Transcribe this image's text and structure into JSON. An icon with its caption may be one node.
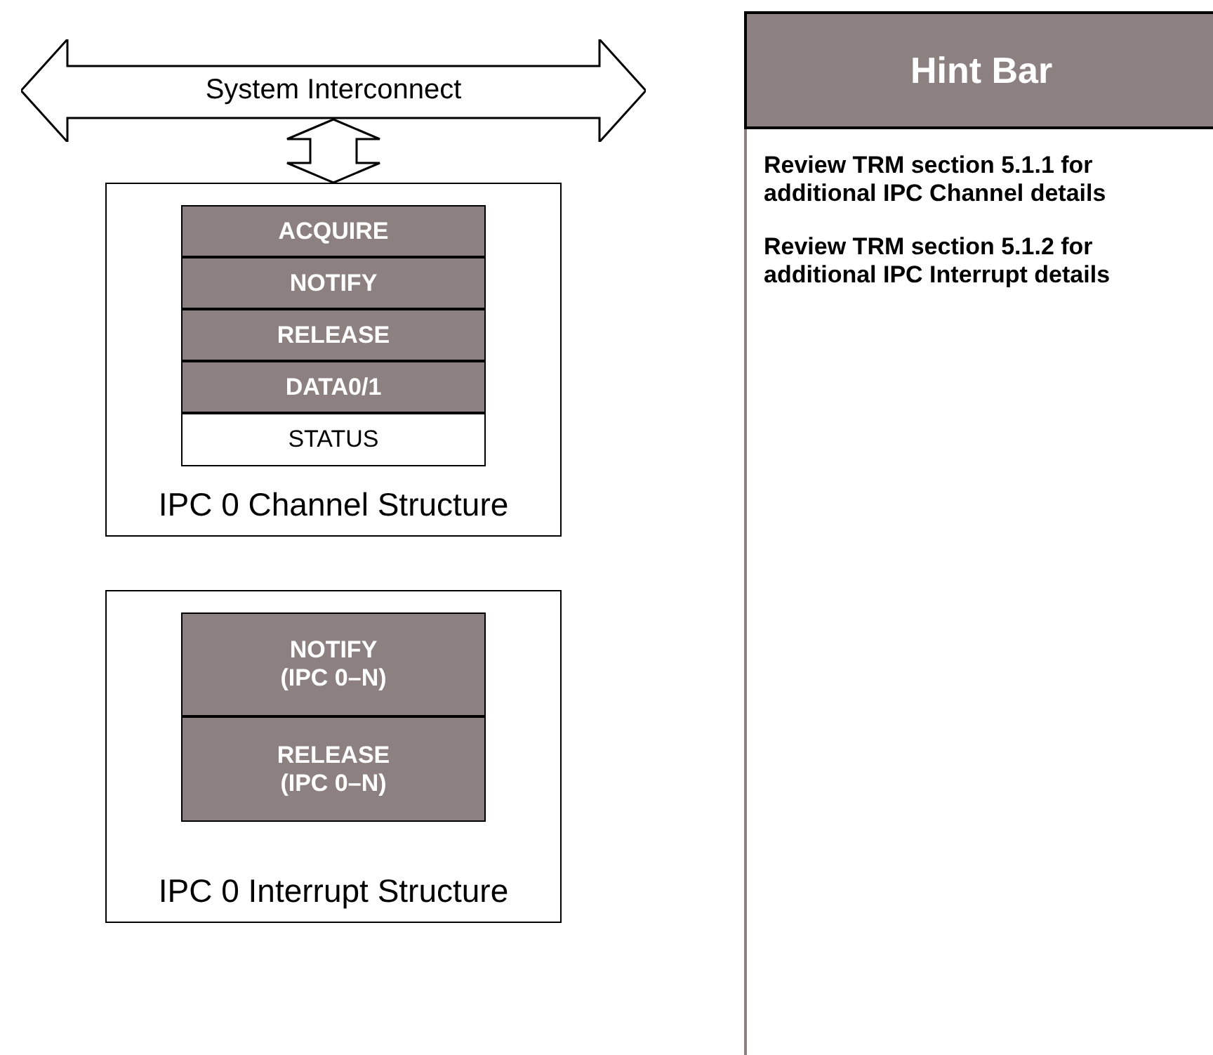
{
  "diagram": {
    "nodes": [
      {
        "text": [
          "System Interconnect"
        ]
      },
      {
        "text": [
          "IPC 0 Channel Structure"
        ]
      },
      {
        "text": [
          "ACQUIRE"
        ],
        "in": 1
      },
      {
        "text": [
          "NOTIFY"
        ],
        "in": 1
      },
      {
        "text": [
          "RELEASE"
        ],
        "in": 1
      },
      {
        "text": [
          "DATA0/1"
        ],
        "in": 1
      },
      {
        "text": [
          "STATUS"
        ],
        "in": 1
      },
      {
        "text": [
          "IPC 0 Interrupt Structure"
        ]
      },
      {
        "text": [
          "NOTIFY (IPC 0–N)"
        ],
        "in": 7
      },
      {
        "text": [
          "RELEASE (IPC 0–N)"
        ],
        "in": 7
      },
      {
        "text": [
          "Hint Bar",
          "Review TRM section 5.1.1 for additional IPC Channel details",
          "Review TRM section 5.1.2 for additional IPC Interrupt details"
        ]
      }
    ],
    "edges": [
      {
        "from": 0,
        "to": 1,
        "arrow": "both"
      }
    ]
  }
}
